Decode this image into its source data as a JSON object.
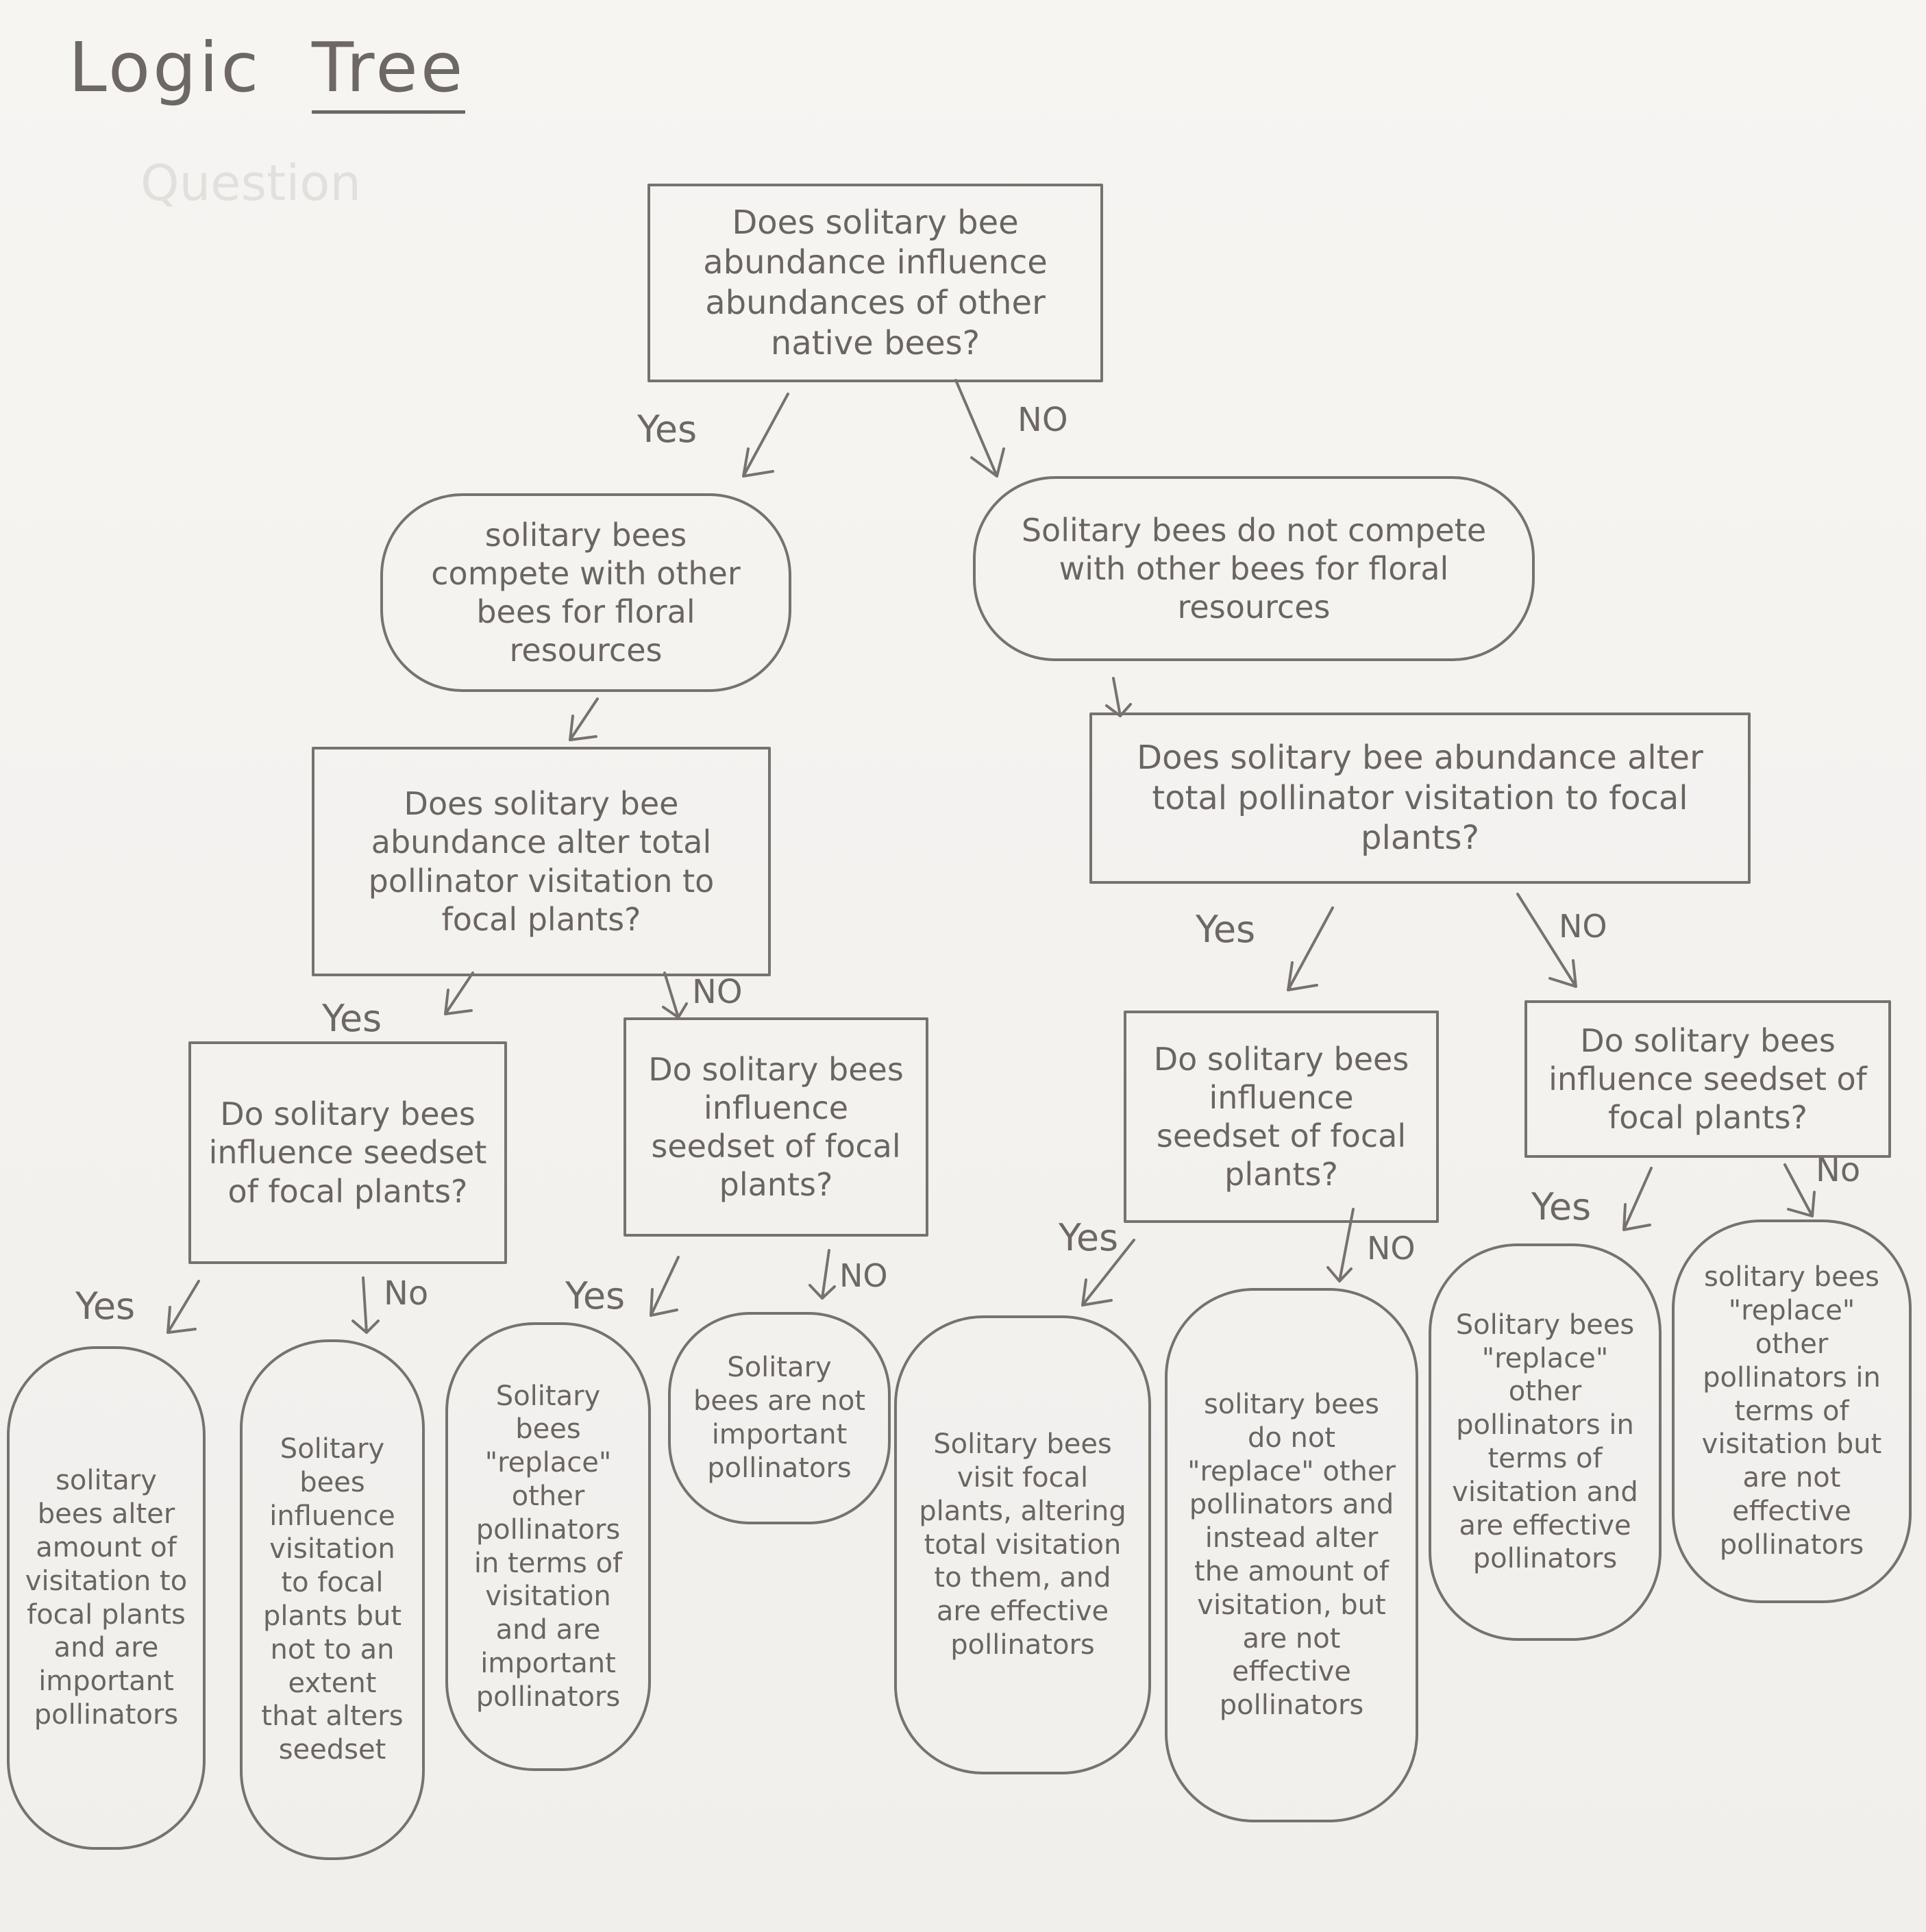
{
  "title": {
    "word1": "Logic",
    "word2": "Tree",
    "faint": "Question"
  },
  "nodes": {
    "root": "Does solitary bee abundance influence abundances of other native bees?",
    "compete": "solitary bees compete with other bees for floral resources",
    "no_compete": "Solitary bees do not compete with other bees for floral resources",
    "q_visit_left": "Does solitary bee abundance alter total pollinator visitation to focal plants?",
    "q_visit_right": "Does solitary bee abundance alter total pollinator visitation to focal plants?",
    "q_seed_1": "Do solitary bees influence seedset of focal plants?",
    "q_seed_2": "Do solitary bees influence seedset of focal plants?",
    "q_seed_3": "Do solitary bees influence seedset of focal plants?",
    "q_seed_4": "Do solitary bees influence seedset of focal plants?",
    "outcome_1": "solitary bees alter amount of visitation to focal plants and are important pollinators",
    "outcome_2": "Solitary bees influence visitation to focal plants but not to an extent that alters seedset",
    "outcome_3": "Solitary bees \"replace\" other pollinators in terms of visitation and are important pollinators",
    "outcome_4": "Solitary bees are not important pollinators",
    "outcome_5": "Solitary bees visit focal plants, altering total visitation to them, and are effective pollinators",
    "outcome_6": "solitary bees do not \"replace\" other pollinators and instead alter the amount of visitation, but are not effective pollinators",
    "outcome_7": "Solitary bees \"replace\" other pollinators in terms of visitation and are effective pollinators",
    "outcome_8": "solitary bees \"replace\" other pollinators in terms of visitation but are not effective pollinators"
  },
  "branch_labels": {
    "yes": "Yes",
    "no_upper": "NO",
    "no_title": "No"
  }
}
